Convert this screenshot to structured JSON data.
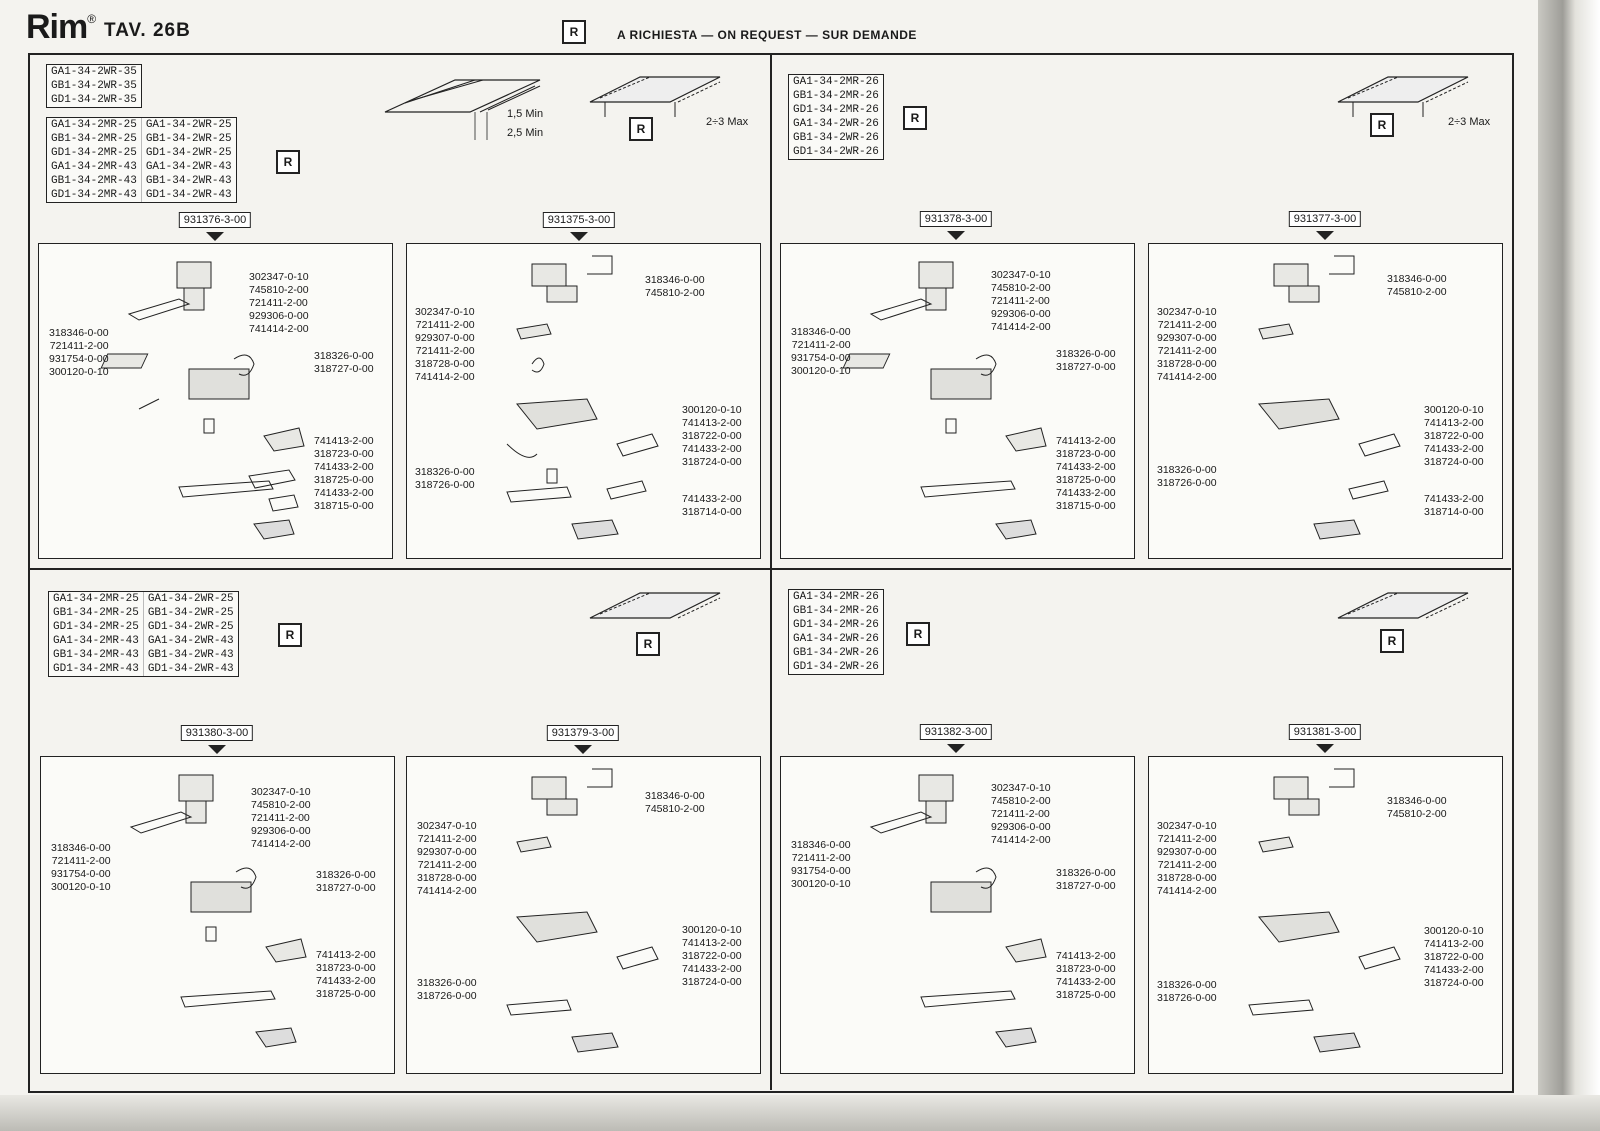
{
  "header": {
    "brand": "Rim",
    "registered": "®",
    "plate": "TAV. 26B",
    "r_symbol": "R",
    "on_request": "A RICHIESTA — ON REQUEST — SUR DEMANDE"
  },
  "colors": {
    "ink": "#1a1a1a",
    "paper": "#f4f3ef"
  },
  "dims": {
    "min1": "1,5 Min",
    "min2": "2,5 Min",
    "max": "2÷3 Max"
  },
  "quadrants": [
    {
      "models": [
        {
          "cells": [
            "GA1-34-2WR-35"
          ]
        },
        {
          "cells": [
            "GB1-34-2WR-35"
          ]
        },
        {
          "cells": [
            "GD1-34-2WR-35"
          ]
        }
      ],
      "models_b": [
        {
          "cells": [
            "GA1-34-2MR-25",
            "GA1-34-2WR-25"
          ]
        },
        {
          "cells": [
            "GB1-34-2MR-25",
            "GB1-34-2WR-25"
          ]
        },
        {
          "cells": [
            "GD1-34-2MR-25",
            "GD1-34-2WR-25"
          ]
        },
        {
          "cells": [
            "GA1-34-2MR-43",
            "GA1-34-2WR-43"
          ]
        },
        {
          "cells": [
            "GB1-34-2MR-43",
            "GB1-34-2WR-43"
          ]
        },
        {
          "cells": [
            "GD1-34-2MR-43",
            "GD1-34-2WR-43"
          ]
        }
      ],
      "left": {
        "code": "931376-3-00",
        "right_labels": [
          "302347-0-10",
          "745810-2-00",
          "721411-2-00",
          "929306-0-00",
          "741414-2-00"
        ],
        "left_labels": [
          "318346-0-00",
          "721411-2-00",
          "931754-0-00",
          "300120-0-10"
        ],
        "mid_labels": [
          "318326-0-00",
          "318727-0-00"
        ],
        "bottom_labels": [
          "741413-2-00",
          "318723-0-00",
          "741433-2-00",
          "318725-0-00",
          "741433-2-00",
          "318715-0-00"
        ]
      },
      "right": {
        "code": "931375-3-00",
        "top_labels": [
          "318346-0-00",
          "745810-2-00"
        ],
        "left_labels": [
          "302347-0-10",
          "721411-2-00",
          "929307-0-00",
          "721411-2-00",
          "318728-0-00",
          "741414-2-00"
        ],
        "mid_labels": [
          "300120-0-10",
          "741413-2-00",
          "318722-0-00",
          "741433-2-00",
          "318724-0-00"
        ],
        "lower_left": [
          "318326-0-00",
          "318726-0-00"
        ],
        "bottom_labels": [
          "741433-2-00",
          "318714-0-00"
        ]
      }
    },
    {
      "models": [
        {
          "cells": [
            "GA1-34-2MR-26"
          ]
        },
        {
          "cells": [
            "GB1-34-2MR-26"
          ]
        },
        {
          "cells": [
            "GD1-34-2MR-26"
          ]
        },
        {
          "cells": [
            "GA1-34-2WR-26"
          ]
        },
        {
          "cells": [
            "GB1-34-2WR-26"
          ]
        },
        {
          "cells": [
            "GD1-34-2WR-26"
          ]
        }
      ],
      "left": {
        "code": "931378-3-00",
        "right_labels": [
          "302347-0-10",
          "745810-2-00",
          "721411-2-00",
          "929306-0-00",
          "741414-2-00"
        ],
        "left_labels": [
          "318346-0-00",
          "721411-2-00",
          "931754-0-00",
          "300120-0-10"
        ],
        "mid_labels": [
          "318326-0-00",
          "318727-0-00"
        ],
        "bottom_labels": [
          "741413-2-00",
          "318723-0-00",
          "741433-2-00",
          "318725-0-00",
          "741433-2-00",
          "318715-0-00"
        ]
      },
      "right": {
        "code": "931377-3-00",
        "top_labels": [
          "318346-0-00",
          "745810-2-00"
        ],
        "left_labels": [
          "302347-0-10",
          "721411-2-00",
          "929307-0-00",
          "721411-2-00",
          "318728-0-00",
          "741414-2-00"
        ],
        "mid_labels": [
          "300120-0-10",
          "741413-2-00",
          "318722-0-00",
          "741433-2-00",
          "318724-0-00"
        ],
        "lower_left": [
          "318326-0-00",
          "318726-0-00"
        ],
        "bottom_labels": [
          "741433-2-00",
          "318714-0-00"
        ]
      }
    },
    {
      "models": [
        {
          "cells": [
            "GA1-34-2MR-25",
            "GA1-34-2WR-25"
          ]
        },
        {
          "cells": [
            "GB1-34-2MR-25",
            "GB1-34-2WR-25"
          ]
        },
        {
          "cells": [
            "GD1-34-2MR-25",
            "GD1-34-2WR-25"
          ]
        },
        {
          "cells": [
            "GA1-34-2MR-43",
            "GA1-34-2WR-43"
          ]
        },
        {
          "cells": [
            "GB1-34-2MR-43",
            "GB1-34-2WR-43"
          ]
        },
        {
          "cells": [
            "GD1-34-2MR-43",
            "GD1-34-2WR-43"
          ]
        }
      ],
      "left": {
        "code": "931380-3-00",
        "right_labels": [
          "302347-0-10",
          "745810-2-00",
          "721411-2-00",
          "929306-0-00",
          "741414-2-00"
        ],
        "left_labels": [
          "318346-0-00",
          "721411-2-00",
          "931754-0-00",
          "300120-0-10"
        ],
        "mid_labels": [
          "318326-0-00",
          "318727-0-00"
        ],
        "bottom_labels": [
          "741413-2-00",
          "318723-0-00",
          "741433-2-00",
          "318725-0-00"
        ]
      },
      "right": {
        "code": "931379-3-00",
        "top_labels": [
          "318346-0-00",
          "745810-2-00"
        ],
        "left_labels": [
          "302347-0-10",
          "721411-2-00",
          "929307-0-00",
          "721411-2-00",
          "318728-0-00",
          "741414-2-00"
        ],
        "mid_labels": [
          "300120-0-10",
          "741413-2-00",
          "318722-0-00",
          "741433-2-00",
          "318724-0-00"
        ],
        "lower_left": [
          "318326-0-00",
          "318726-0-00"
        ]
      }
    },
    {
      "models": [
        {
          "cells": [
            "GA1-34-2MR-26"
          ]
        },
        {
          "cells": [
            "GB1-34-2MR-26"
          ]
        },
        {
          "cells": [
            "GD1-34-2MR-26"
          ]
        },
        {
          "cells": [
            "GA1-34-2WR-26"
          ]
        },
        {
          "cells": [
            "GB1-34-2WR-26"
          ]
        },
        {
          "cells": [
            "GD1-34-2WR-26"
          ]
        }
      ],
      "left": {
        "code": "931382-3-00",
        "right_labels": [
          "302347-0-10",
          "745810-2-00",
          "721411-2-00",
          "929306-0-00",
          "741414-2-00"
        ],
        "left_labels": [
          "318346-0-00",
          "721411-2-00",
          "931754-0-00",
          "300120-0-10"
        ],
        "mid_labels": [
          "318326-0-00",
          "318727-0-00"
        ],
        "bottom_labels": [
          "741413-2-00",
          "318723-0-00",
          "741433-2-00",
          "318725-0-00"
        ]
      },
      "right": {
        "code": "931381-3-00",
        "top_labels": [
          "318346-0-00",
          "745810-2-00"
        ],
        "left_labels": [
          "302347-0-10",
          "721411-2-00",
          "929307-0-00",
          "721411-2-00",
          "318728-0-00",
          "741414-2-00"
        ],
        "mid_labels": [
          "300120-0-10",
          "741413-2-00",
          "318722-0-00",
          "741433-2-00",
          "318724-0-00"
        ],
        "lower_left": [
          "318326-0-00",
          "318726-0-00"
        ]
      }
    }
  ]
}
